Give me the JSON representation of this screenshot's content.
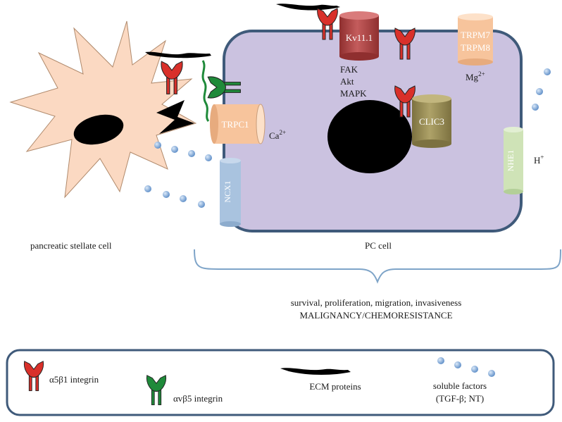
{
  "diagram": {
    "cells": {
      "stellate_label": "pancreatic stellate cell",
      "pc_label": "PC cell"
    },
    "channels": {
      "kv": "Kv11.1",
      "trpm7": "TRPM7",
      "trpm8": "TRPM8",
      "trpc": "TRPC1",
      "clic": "CLIC3",
      "nhe": "NHE1",
      "ncx": "NCX1"
    },
    "signaling": [
      "FAK",
      "Akt",
      "MAPK"
    ],
    "ions": {
      "mg": "Mg",
      "mg_sup": "2+",
      "ca": "Ca",
      "ca_sup": "2+",
      "h": "H",
      "h_sup": "+"
    },
    "outcome": {
      "line1": "survival, proliferation, migration, invasiveness",
      "line2": "MALIGNANCY/CHEMORESISTANCE"
    },
    "legend": {
      "a5b1": "α5β1 integrin",
      "avb5": "αvβ5 integrin",
      "ecm": "ECM proteins",
      "soluble_line1": "soluble factors",
      "soluble_line2": "(TGF-β; NT)"
    },
    "colors": {
      "pc_fill": "#cbc2e0",
      "pc_stroke": "#3f5a7a",
      "stellate_fill": "#fbd9c2",
      "a5b1": "#d9302a",
      "avb5": "#1f8a3a",
      "kv": "#b24a4a",
      "trpm": "#f7c49c",
      "trpc": "#f7c49c",
      "clic": "#9c8f55",
      "nhe": "#cfe3b7",
      "ncx": "#a9c3df",
      "dot": "#7aa3d3"
    }
  }
}
